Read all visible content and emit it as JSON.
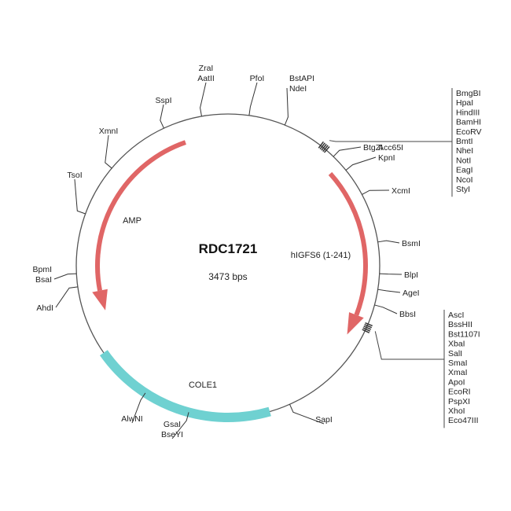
{
  "plasmid": {
    "name": "RDC1721",
    "size": "3473 bps"
  },
  "colors": {
    "amp": "#e06666",
    "gene": "#e06666",
    "ori": "#6fd1d1",
    "backbone": "#555555"
  },
  "features": [
    {
      "name": "AMP",
      "type": "arrow"
    },
    {
      "name": "hIGFS6 (1-241)",
      "type": "arrow"
    },
    {
      "name": "COLE1",
      "type": "origin"
    }
  ],
  "sites": [
    "ZraI",
    "AatII",
    "PfoI",
    "BstAPI",
    "NdeI",
    "SspI",
    "XmnI",
    "TsoI",
    "BpmI",
    "BsaI",
    "AhdI",
    "AlwNI",
    "GsaI",
    "BseYI",
    "SapI",
    "BbsI",
    "AgeI",
    "BlpI",
    "BsmI",
    "XcmI",
    "Acc65I",
    "KpnI",
    "BtgZI"
  ],
  "mcs1": [
    "BmgBI",
    "HpaI",
    "HindIII",
    "BamHI",
    "EcoRV",
    "BmtI",
    "NheI",
    "NotI",
    "EagI",
    "NcoI",
    "StyI"
  ],
  "mcs2": [
    "AscI",
    "BssHII",
    "Bst1107I",
    "XbaI",
    "SalI",
    "SmaI",
    "XmaI",
    "ApoI",
    "EcoRI",
    "PspXI",
    "XhoI",
    "Eco47III"
  ]
}
